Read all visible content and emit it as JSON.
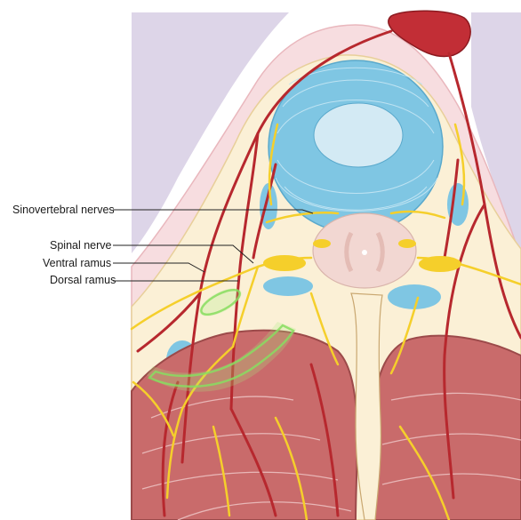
{
  "labels": {
    "sinovertebral": "Sinovertebral nerves",
    "spinal_nerve": "Spinal nerve",
    "ventral_ramus": "Ventral ramus",
    "dorsal_ramus": "Dorsal ramus"
  },
  "colors": {
    "peritoneum": "#ddd5e8",
    "fascia": "#f7dde0",
    "fat": "#fbf0d6",
    "disc": "#7fc6e3",
    "nucleus": "#d3eaf4",
    "cord": "#f2d7d2",
    "muscle": "#c96b6b",
    "artery": "#b7282e",
    "nerve": "#f5cf2b",
    "highlight": "#7ed957"
  },
  "icons": [
    "artery-icon",
    "nerve-icon"
  ]
}
